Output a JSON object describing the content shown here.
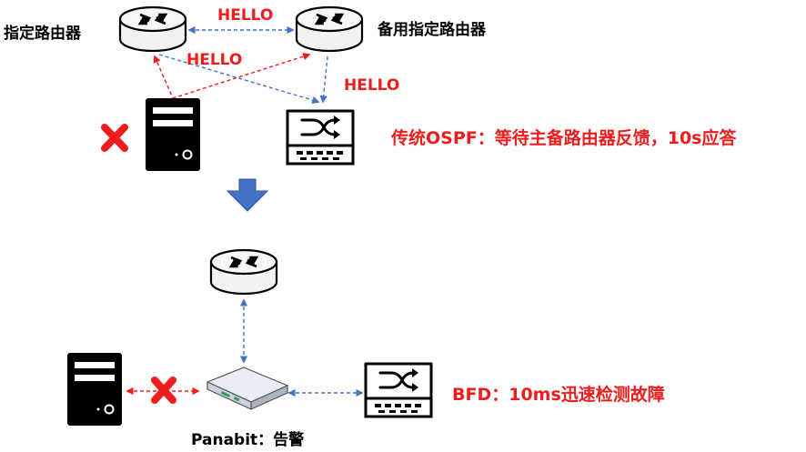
{
  "labels": {
    "dr": "指定路由器",
    "bdr": "备用指定路由器",
    "hello_1": "HELLO",
    "hello_2": "HELLO",
    "hello_3": "HELLO",
    "traditional_ospf": "传统OSPF：等待主备路由器反馈，10s应答",
    "bfd": "BFD：10ms迅速检测故障",
    "panabit": "Panabit：告警"
  },
  "colors": {
    "black": "#000000",
    "red": "#ee1c1c",
    "arrow_blue": "#4472c4",
    "router_fill": "#f2f2f2"
  },
  "icons": {
    "router": "router-icon",
    "switch": "switch-icon",
    "server": "server-icon",
    "failure": "red-x-icon",
    "flow": "down-arrow-icon",
    "appliance": "panabit-appliance-icon"
  }
}
